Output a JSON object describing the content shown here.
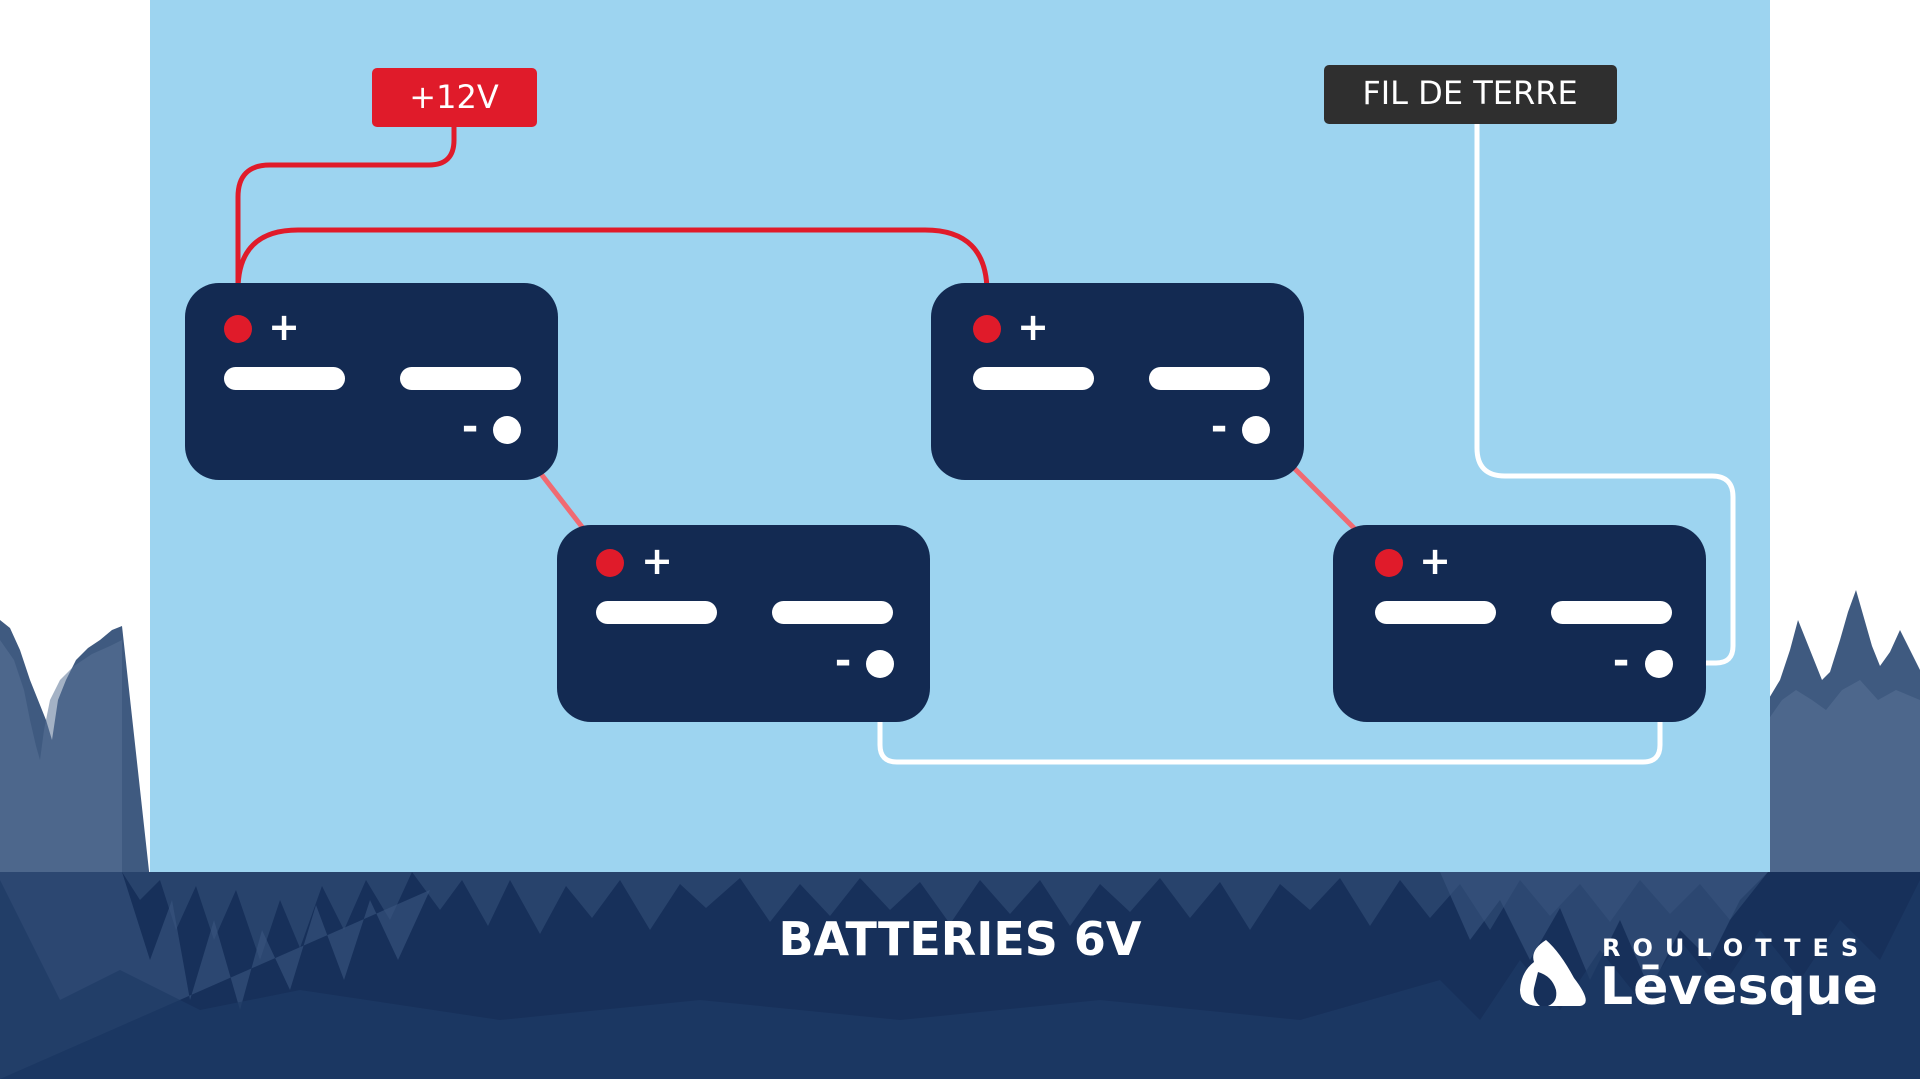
{
  "diagram": {
    "labels": {
      "positive": "+12V",
      "ground": "FIL DE TERRE"
    },
    "title": "BATTERIES 6V",
    "battery_symbols": {
      "plus": "+",
      "minus": "-"
    },
    "batteries": [
      {
        "id": "battery-1"
      },
      {
        "id": "battery-2"
      },
      {
        "id": "battery-3"
      },
      {
        "id": "battery-4"
      }
    ]
  },
  "brand": {
    "line1": "ROULOTTES",
    "line2": "Lēvesque",
    "logo_icon": "drop-flame-icon"
  },
  "colors": {
    "panel": "#9dd4f0",
    "battery": "#132a52",
    "red_wire": "#e01b2a",
    "series_wire": "#f06a72",
    "ground_label": "#2f2f2f",
    "footer": "#17305a",
    "trees_light": "#3f5a80",
    "trees_dark": "#1e3a65"
  }
}
